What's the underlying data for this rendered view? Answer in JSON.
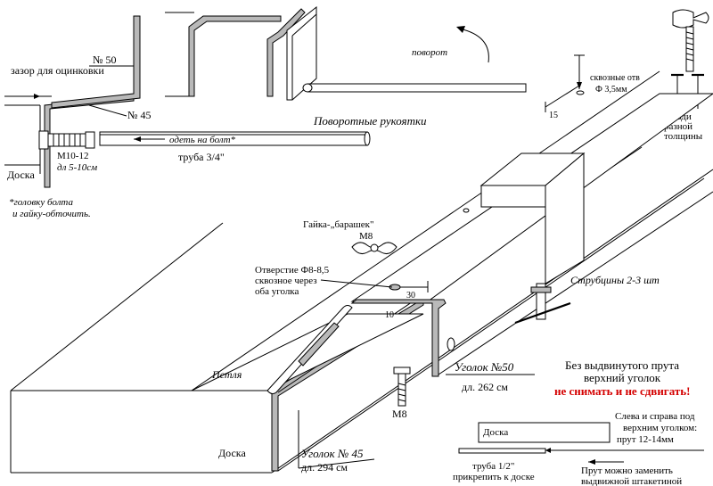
{
  "labels": {
    "no50_top": "№ 50",
    "gap": "зазор для оцинковки",
    "no45_top": "№ 45",
    "rotating_handles": "Поворотные рукоятки",
    "rotation": "поворот",
    "through_holes_line1": "сквозные отв",
    "through_holes_line2": "Ф 3,5мм",
    "nails_line1": "гвозди",
    "nails_line2": "разной",
    "nails_line3": "толщины",
    "put_on_bolt": "одеть на болт*",
    "pipe_34": "труба 3/4\"",
    "board_top": "Доска",
    "bolt_size": "М10-12",
    "bolt_len": "дл 5-10см",
    "footnote_line1": "*головку болта",
    "footnote_line2": "и гайку-обточить.",
    "dim_15": "15",
    "wingnut_line1": "Гайка-„барашек\"",
    "wingnut_line2": "М8",
    "hole_line1": "Отверстие Ф8-8,5",
    "hole_line2": "сквозное через",
    "hole_line3": "оба уголка",
    "dim_30": "30",
    "dim_10": "10",
    "clamps": "Струбцины 2-3 шт",
    "loop": "Петля",
    "angle50": "Уголок №50",
    "angle50_len": "дл. 262 см",
    "bolt_m8": "М8",
    "board_main": "Доска",
    "angle45": "Уголок № 45",
    "angle45_len": "дл. 294 см",
    "warn_line1": "Без выдвинутого прута",
    "warn_line2": "верхний уголок",
    "warn_line3": "не снимать и не сдвигать!",
    "inset_board": "Доска",
    "inset_note_line1": "Слева и справа под",
    "inset_note_line2": "верхним уголком:",
    "inset_note_line3": "прут 12-14мм",
    "pipe_12_line1": "труба 1/2\"",
    "pipe_12_line2": "прикрепить к доске",
    "rod_line1": "Прут можно заменить",
    "rod_line2": "выдвижной штакетиной"
  },
  "colors": {
    "line": "#000000",
    "metal": "#b9b9b9",
    "warning": "#d40000"
  }
}
